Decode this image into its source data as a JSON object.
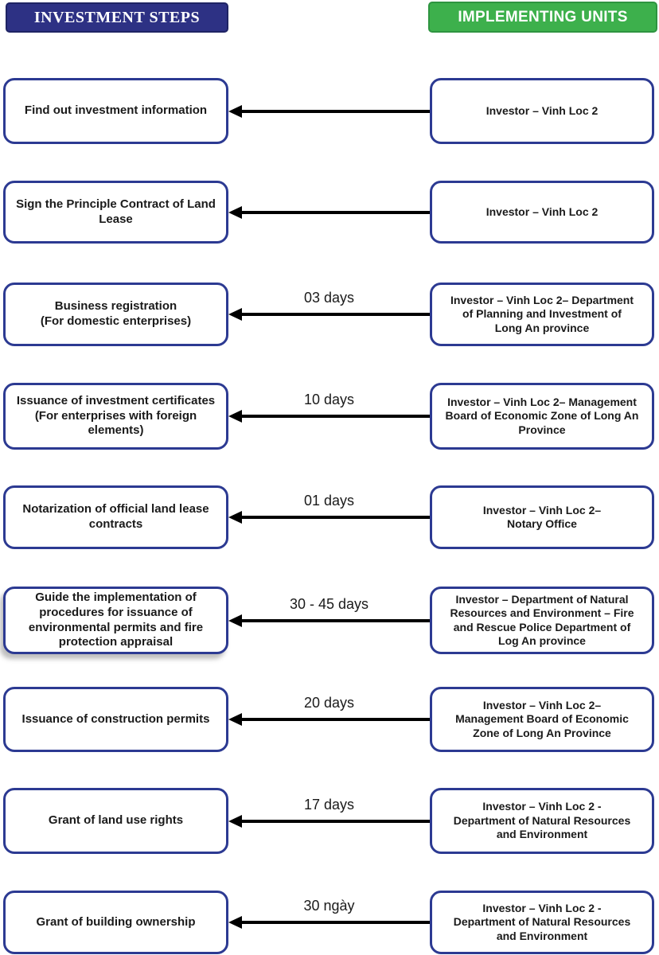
{
  "header": {
    "left_label": "INVESTMENT STEPS",
    "right_label": "IMPLEMENTING UNITS"
  },
  "colors": {
    "steps_header_bg": "#2d3184",
    "units_header_bg": "#3db04c",
    "box_border": "#2c3a92",
    "arrow": "#000000",
    "text": "#1a1a1a"
  },
  "rows": [
    {
      "step": "Find out investment information",
      "duration": "",
      "unit": "Investor – Vinh Loc 2"
    },
    {
      "step": "Sign the Principle Contract of Land\nLease",
      "duration": "",
      "unit": "Investor – Vinh Loc 2"
    },
    {
      "step": "Business registration\n(For domestic enterprises)",
      "duration": "03 days",
      "unit": "Investor – Vinh Loc 2– Department\nof  Planning and Investment of\nLong An province"
    },
    {
      "step": "Issuance of investment certificates\n(For enterprises with foreign\nelements)",
      "duration": "10 days",
      "unit": "Investor – Vinh Loc 2– Management\nBoard of Economic Zone of Long An\nProvince"
    },
    {
      "step": "Notarization of official land lease\ncontracts",
      "duration": "01 days",
      "unit": "Investor – Vinh Loc 2–\nNotary Office"
    },
    {
      "step": "Guide the implementation of\nprocedures for issuance of\nenvironmental  permits and  fire\nprotection appraisal",
      "duration": "30 - 45 days",
      "unit": "Investor – Department of Natural\nResources and Environment – Fire\nand Rescue Police Department of\nLog An province"
    },
    {
      "step": "Issuance of construction permits",
      "duration": "20 days",
      "unit": "Investor – Vinh Loc 2–\nManagement Board of Economic\nZone of Long An Province"
    },
    {
      "step": "Grant of land use rights",
      "duration": "17 days",
      "unit": "Investor – Vinh Loc 2 -\nDepartment of Natural Resources\nand Environment"
    },
    {
      "step": "Grant of building ownership",
      "duration": "30 ngày",
      "unit": "Investor – Vinh Loc 2 -\nDepartment of Natural Resources\nand Environment"
    }
  ]
}
